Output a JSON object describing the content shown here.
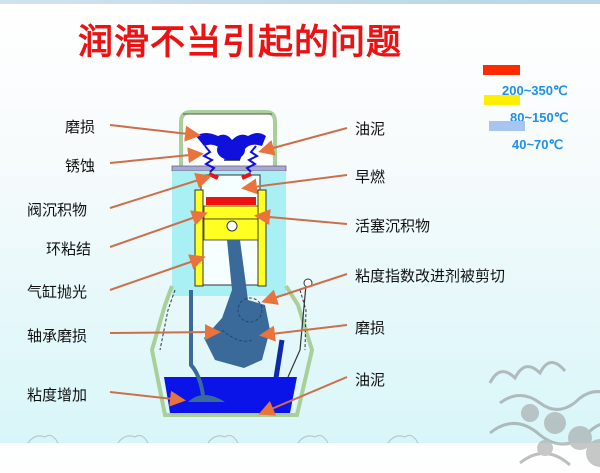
{
  "title": "润滑不当引起的问题",
  "legend": [
    {
      "color": "#ff2200",
      "label": "200~350℃"
    },
    {
      "color": "#ffee00",
      "label": "80~150℃"
    },
    {
      "color": "#a8c4f0",
      "label": "40~70℃"
    }
  ],
  "labels_left": [
    "磨损",
    "锈蚀",
    "阀沉积物",
    "环粘结",
    "气缸抛光",
    "轴承磨损",
    "粘度增加"
  ],
  "labels_right": [
    "油泥",
    "早燃",
    "活塞沉积物",
    "粘度指数改进剂被剪切",
    "磨损",
    "油泥"
  ],
  "colors": {
    "title": "#ee1111",
    "legend_text": "#1e90e8",
    "arrow": "#cc6f4a",
    "oil": "#0a14e8",
    "crank": "#3a6a9a",
    "piston": "#ffff22",
    "cylinder": "#a8f0f4",
    "frame": "#a9cf9a"
  }
}
